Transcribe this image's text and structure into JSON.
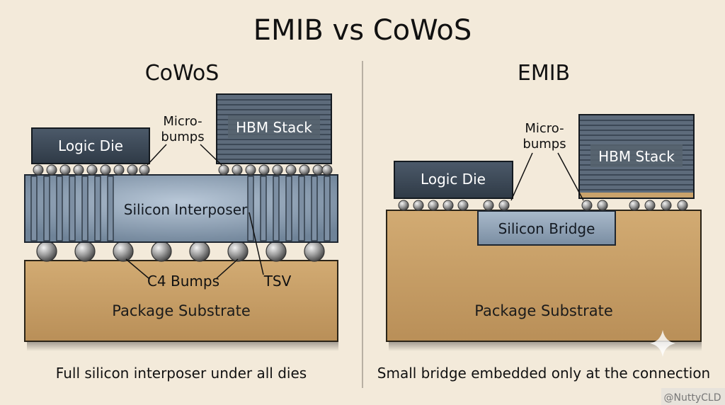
{
  "title": "EMIB vs CoWoS",
  "cowos": {
    "heading": "CoWoS",
    "logic_die": "Logic Die",
    "hbm_stack": "HBM Stack",
    "microbumps_line1": "Micro-",
    "microbumps_line2": "bumps",
    "interposer": "Silicon Interposer",
    "c4_bumps": "C4 Bumps",
    "tsv": "TSV",
    "substrate": "Package Substrate",
    "caption": "Full silicon interposer under all dies"
  },
  "emib": {
    "heading": "EMIB",
    "logic_die": "Logic Die",
    "hbm_stack": "HBM Stack",
    "microbumps_line1": "Micro-",
    "microbumps_line2": "bumps",
    "bridge": "Silicon Bridge",
    "substrate": "Package Substrate",
    "caption": "Small bridge embedded only at the connection"
  },
  "watermark": "@NuttyCLD",
  "colors": {
    "background": "#f3eada",
    "substrate": "#c9a26b",
    "silicon": "#8fa2b6",
    "die": "#3c4856",
    "bump": "#8f8f8f",
    "outline": "#1e1e1e"
  }
}
